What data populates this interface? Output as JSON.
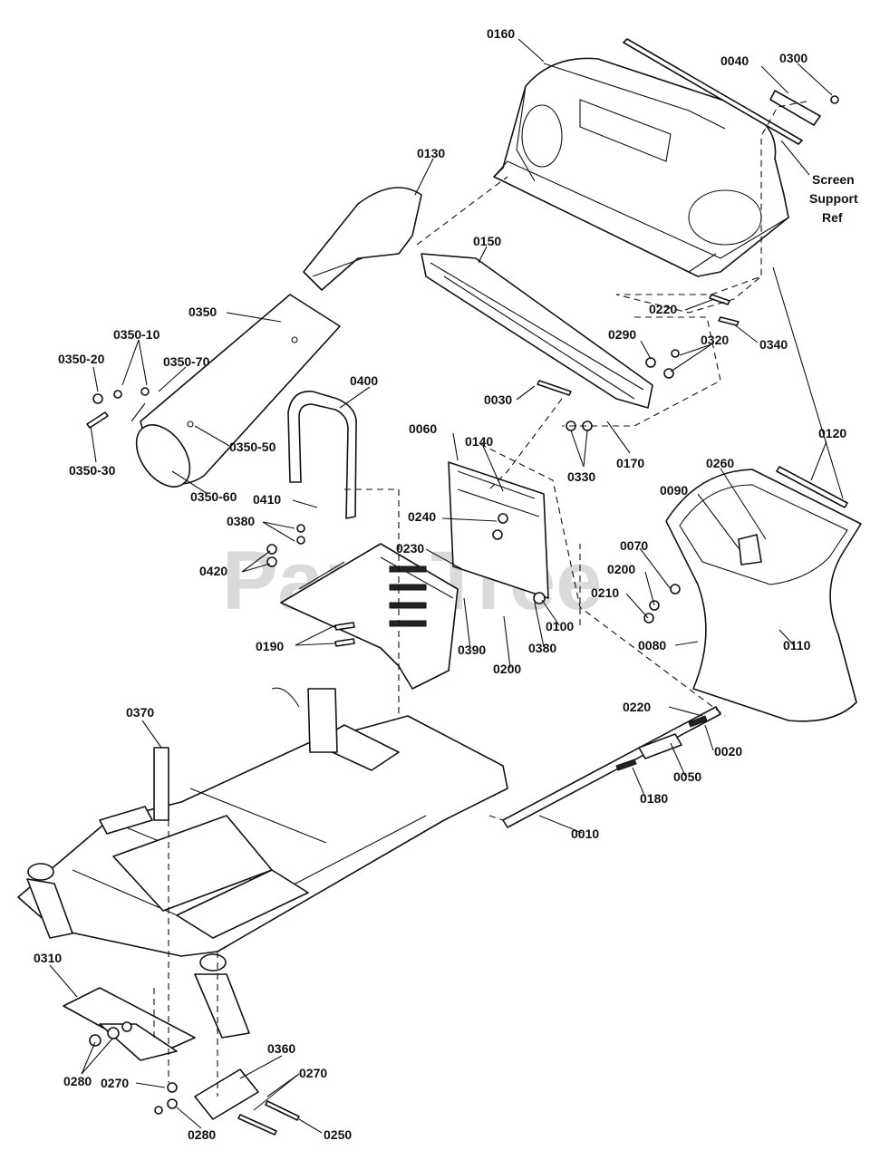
{
  "watermark": "PartsTree",
  "labels": [
    {
      "id": "l0160",
      "text": "0160"
    },
    {
      "id": "l0040",
      "text": "0040"
    },
    {
      "id": "l0300",
      "text": "0300"
    },
    {
      "id": "lscreen1",
      "text": "Screen"
    },
    {
      "id": "lscreen2",
      "text": "Support"
    },
    {
      "id": "lscreen3",
      "text": "Ref"
    },
    {
      "id": "l0130",
      "text": "0130"
    },
    {
      "id": "l0150",
      "text": "0150"
    },
    {
      "id": "l0220a",
      "text": "0220"
    },
    {
      "id": "l0340",
      "text": "0340"
    },
    {
      "id": "l0350",
      "text": "0350"
    },
    {
      "id": "l0350_10",
      "text": "0350-10"
    },
    {
      "id": "l0350_20",
      "text": "0350-20"
    },
    {
      "id": "l0350_70",
      "text": "0350-70"
    },
    {
      "id": "l0350_50",
      "text": "0350-50"
    },
    {
      "id": "l0350_30",
      "text": "0350-30"
    },
    {
      "id": "l0350_60",
      "text": "0350-60"
    },
    {
      "id": "l0290",
      "text": "0290"
    },
    {
      "id": "l0320",
      "text": "0320"
    },
    {
      "id": "l0400",
      "text": "0400"
    },
    {
      "id": "l0030",
      "text": "0030"
    },
    {
      "id": "l0060",
      "text": "0060"
    },
    {
      "id": "l0140",
      "text": "0140"
    },
    {
      "id": "l0330",
      "text": "0330"
    },
    {
      "id": "l0170",
      "text": "0170"
    },
    {
      "id": "l0120",
      "text": "0120"
    },
    {
      "id": "l0260",
      "text": "0260"
    },
    {
      "id": "l0090",
      "text": "0090"
    },
    {
      "id": "l0410",
      "text": "0410"
    },
    {
      "id": "l0380a",
      "text": "0380"
    },
    {
      "id": "l0240",
      "text": "0240"
    },
    {
      "id": "l0420",
      "text": "0420"
    },
    {
      "id": "l0230",
      "text": "0230"
    },
    {
      "id": "l0070",
      "text": "0070"
    },
    {
      "id": "l0200a",
      "text": "0200"
    },
    {
      "id": "l0210",
      "text": "0210"
    },
    {
      "id": "l0100",
      "text": "0100"
    },
    {
      "id": "l0190",
      "text": "0190"
    },
    {
      "id": "l0390",
      "text": "0390"
    },
    {
      "id": "l0380b",
      "text": "0380"
    },
    {
      "id": "l0200b",
      "text": "0200"
    },
    {
      "id": "l0080",
      "text": "0080"
    },
    {
      "id": "l0110",
      "text": "0110"
    },
    {
      "id": "l0370",
      "text": "0370"
    },
    {
      "id": "l0220b",
      "text": "0220"
    },
    {
      "id": "l0020",
      "text": "0020"
    },
    {
      "id": "l0050",
      "text": "0050"
    },
    {
      "id": "l0180",
      "text": "0180"
    },
    {
      "id": "l0010",
      "text": "0010"
    },
    {
      "id": "l0310",
      "text": "0310"
    },
    {
      "id": "l0360",
      "text": "0360"
    },
    {
      "id": "l0280a",
      "text": "0280"
    },
    {
      "id": "l0270a",
      "text": "0270"
    },
    {
      "id": "l0270b",
      "text": "0270"
    },
    {
      "id": "l0280b",
      "text": "0280"
    },
    {
      "id": "l0250",
      "text": "0250"
    }
  ]
}
